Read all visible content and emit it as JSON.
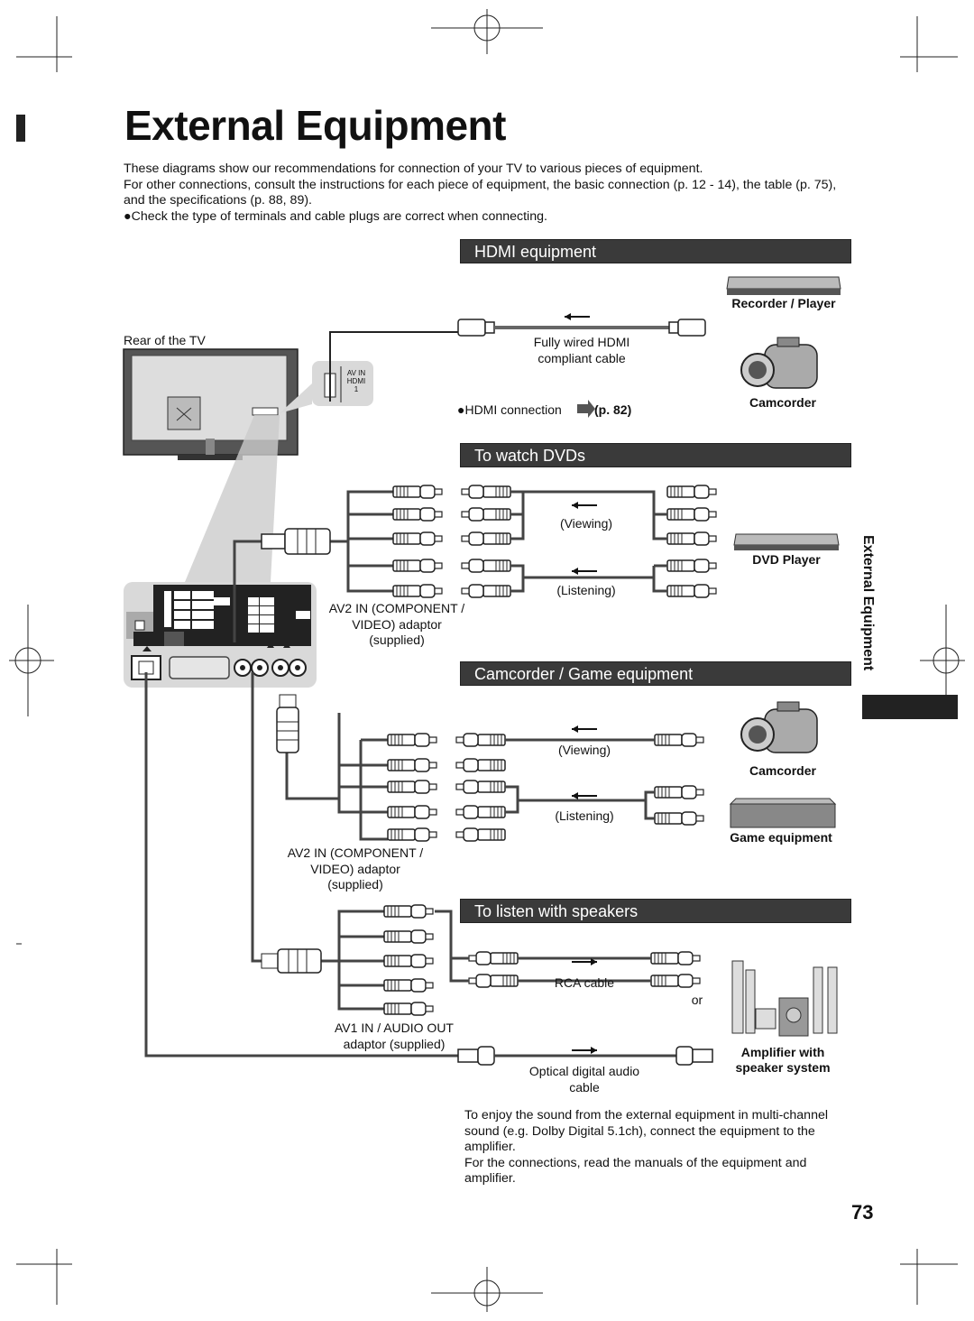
{
  "page": {
    "title": "External Equipment",
    "page_number": "73",
    "side_tab": "External Equipment"
  },
  "intro": {
    "line1": "These diagrams show our recommendations for connection of your TV to various pieces of equipment.",
    "line2": "For other connections, consult the instructions for each piece of equipment, the basic connection (p. 12 - 14), the table (p. 75), and the specifications (p. 88, 89).",
    "bullet": "●Check the type of terminals and cable plugs are correct when connecting."
  },
  "sections": {
    "hdmi": "HDMI equipment",
    "dvd": "To watch DVDs",
    "camcorder": "Camcorder / Game equipment",
    "speakers": "To listen with speakers"
  },
  "labels": {
    "rear_tv": "Rear of the TV",
    "hdmi_cable_1": "Fully wired HDMI",
    "hdmi_cable_2": "compliant cable",
    "hdmi_connection": "●HDMI connection",
    "hdmi_ref": "(p. 82)",
    "recorder": "Recorder / Player",
    "camcorder_1": "Camcorder",
    "viewing": "(Viewing)",
    "listening": "(Listening)",
    "dvd_player": "DVD Player",
    "av2_adaptor_1_l1": "AV2 IN (COMPONENT /",
    "av2_adaptor_1_l2": "VIDEO) adaptor",
    "av2_adaptor_1_l3": "(supplied)",
    "camcorder_2": "Camcorder",
    "game": "Game equipment",
    "av2_adaptor_2_l1": "AV2 IN (COMPONENT /",
    "av2_adaptor_2_l2": "VIDEO) adaptor",
    "av2_adaptor_2_l3": "(supplied)",
    "rca_cable": "RCA cable",
    "or": "or",
    "av1_l1": "AV1 IN / AUDIO OUT",
    "av1_l2": "adaptor (supplied)",
    "optical_1": "Optical digital audio",
    "optical_2": "cable",
    "amp_1": "Amplifier with",
    "amp_2": "speaker system",
    "port_av_in": "AV IN",
    "port_hdmi": "HDMI",
    "port_hdmi_num": "1"
  },
  "outro": {
    "p1": "To enjoy the sound from the external equipment in multi-channel sound (e.g. Dolby Digital 5.1ch), connect the equipment to the amplifier.",
    "p2": "For the connections, read the manuals of the equipment and amplifier."
  },
  "colors": {
    "section_bar": "#3a3a3a",
    "panel_gray": "#d9d9d9",
    "cable": "#444444"
  }
}
